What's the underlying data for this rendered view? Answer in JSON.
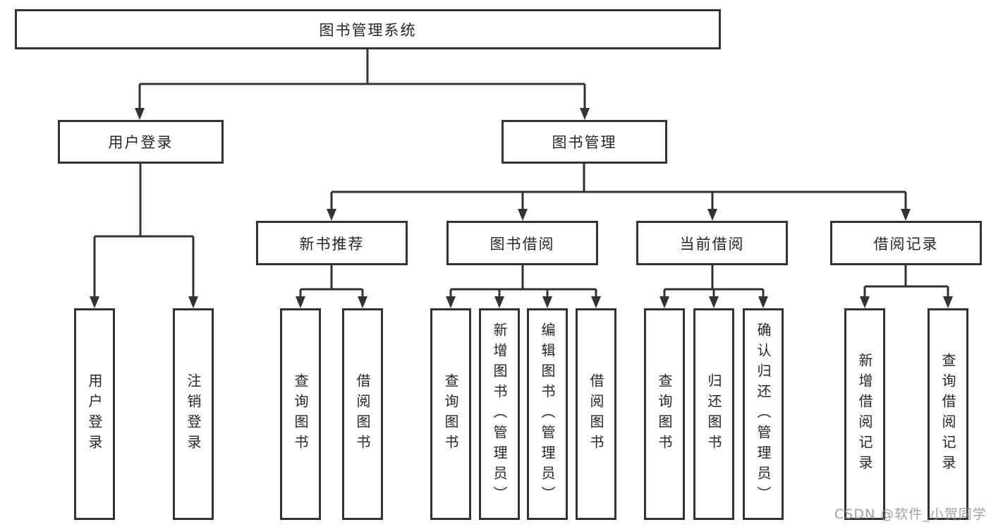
{
  "diagram_type": "functional-structure-tree",
  "colors": {
    "line": "#333333",
    "text": "#262626",
    "node_background": "#ffffff",
    "page_background": "#ffffff",
    "watermark": "#919191"
  },
  "tree": {
    "label": "图书管理系统",
    "children": [
      {
        "label": "用户登录",
        "children": [
          {
            "label": "用户登录"
          },
          {
            "label": "注销登录"
          }
        ]
      },
      {
        "label": "图书管理",
        "children": [
          {
            "label": "新书推荐",
            "children": [
              {
                "label": "查询图书"
              },
              {
                "label": "借阅图书"
              }
            ]
          },
          {
            "label": "图书借阅",
            "children": [
              {
                "label": "查询图书"
              },
              {
                "label": "新增图书（管理员）"
              },
              {
                "label": "编辑图书（管理员）"
              },
              {
                "label": "借阅图书"
              }
            ]
          },
          {
            "label": "当前借阅",
            "children": [
              {
                "label": "查询图书"
              },
              {
                "label": "归还图书"
              },
              {
                "label": "确认归还（管理员）"
              }
            ]
          },
          {
            "label": "借阅记录",
            "children": [
              {
                "label": "新增借阅记录"
              },
              {
                "label": "查询借阅记录"
              }
            ]
          }
        ]
      }
    ]
  },
  "watermark": {
    "text": "CSDN @软件_小贺同学"
  }
}
